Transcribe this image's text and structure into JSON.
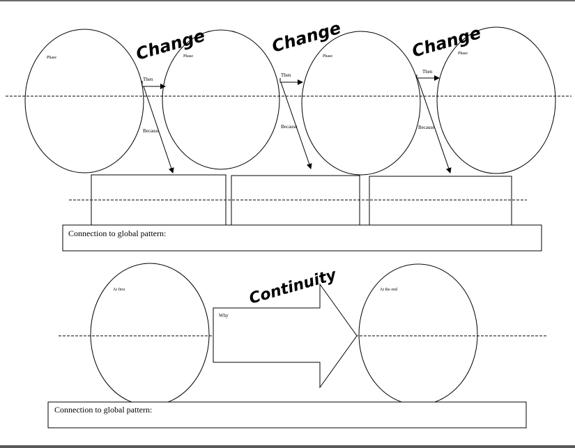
{
  "change_section": {
    "phase_label": "Phase",
    "then_label": "Then",
    "because_label": "Because",
    "change_word": "Change",
    "connection_label": "Connection to global pattern:"
  },
  "continuity_section": {
    "at_first_label": "At first",
    "at_end_label": "At the end",
    "why_label": "Why",
    "continuity_word": "Continuity",
    "connection_label": "Connection to global pattern:"
  }
}
